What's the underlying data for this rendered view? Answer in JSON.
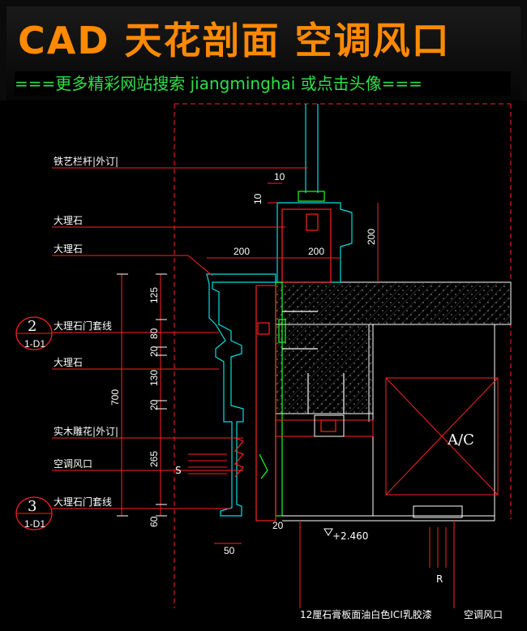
{
  "banner": {
    "title": "CAD 天花剖面 空调风口",
    "subtitle": "===更多精彩网站搜索 jiangminghai 或点击头像==="
  },
  "labels": {
    "railing": "铁艺栏杆|外订|",
    "marble1": "大理石",
    "marble2": "大理石",
    "door_trim1": "大理石门套线",
    "marble3": "大理石",
    "wood_carving": "实木雕花|外订|",
    "ac_vent_left": "空调风口",
    "door_trim2": "大理石门套线",
    "bottom_note": "12厘石膏板面油白色ICI乳胶漆",
    "ac_vent_right": "空调风口",
    "ac_unit": "A/C",
    "level": "+2.460",
    "r_mark": "R",
    "s_mark": "S"
  },
  "callouts": [
    {
      "num": "2",
      "sheet": "1-D1"
    },
    {
      "num": "3",
      "sheet": "1-D1"
    }
  ],
  "dims": {
    "d10_top": "10",
    "d10_side": "10",
    "d200_h_left": "200",
    "d200_h_right": "200",
    "d200_v": "200",
    "d125": "125",
    "d80": "80",
    "d20_a": "20",
    "d130": "130",
    "d20_b": "20",
    "d700": "700",
    "d265": "265",
    "d60": "60",
    "d20_c": "20",
    "d50": "50"
  },
  "colors": {
    "banner_title": "#ff8a00",
    "banner_sub": "#2de04a",
    "cad_red": "#ff2020",
    "cad_cyan": "#00e0e0",
    "cad_green": "#20ff20",
    "cad_white": "#ffffff",
    "cad_gray": "#9a9a9a"
  }
}
